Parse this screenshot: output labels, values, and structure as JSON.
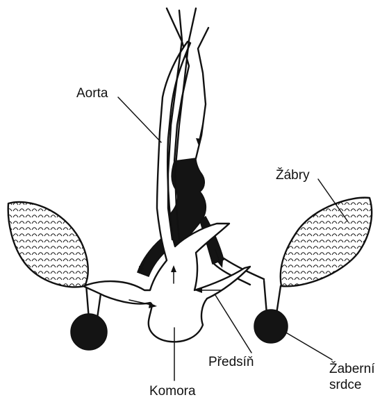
{
  "labels": {
    "aorta": "Aorta",
    "gills": "Žábry",
    "atrium": "Předsíň",
    "ventricle": "Komora",
    "branchial_heart_line1": "Žaberní",
    "branchial_heart_line2": "srdce"
  },
  "colors": {
    "ink": "#111111",
    "paper": "#ffffff"
  }
}
